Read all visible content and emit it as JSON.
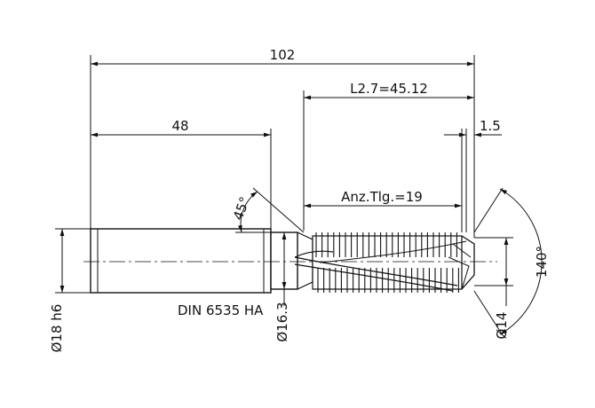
{
  "drawing": {
    "labels": {
      "overall_length": "102",
      "shank_length": "48",
      "cut_length": "L2.7=45.12",
      "tip_offset": "1.5",
      "thread_count": "Anz.Tlg.=19",
      "chamfer_angle": "45°",
      "point_angle": "140°",
      "shank_diameter": "Ø18 h6",
      "neck_diameter": "Ø16.3",
      "tip_diameter": "Ø14",
      "standard": "DIN 6535 HA"
    }
  }
}
